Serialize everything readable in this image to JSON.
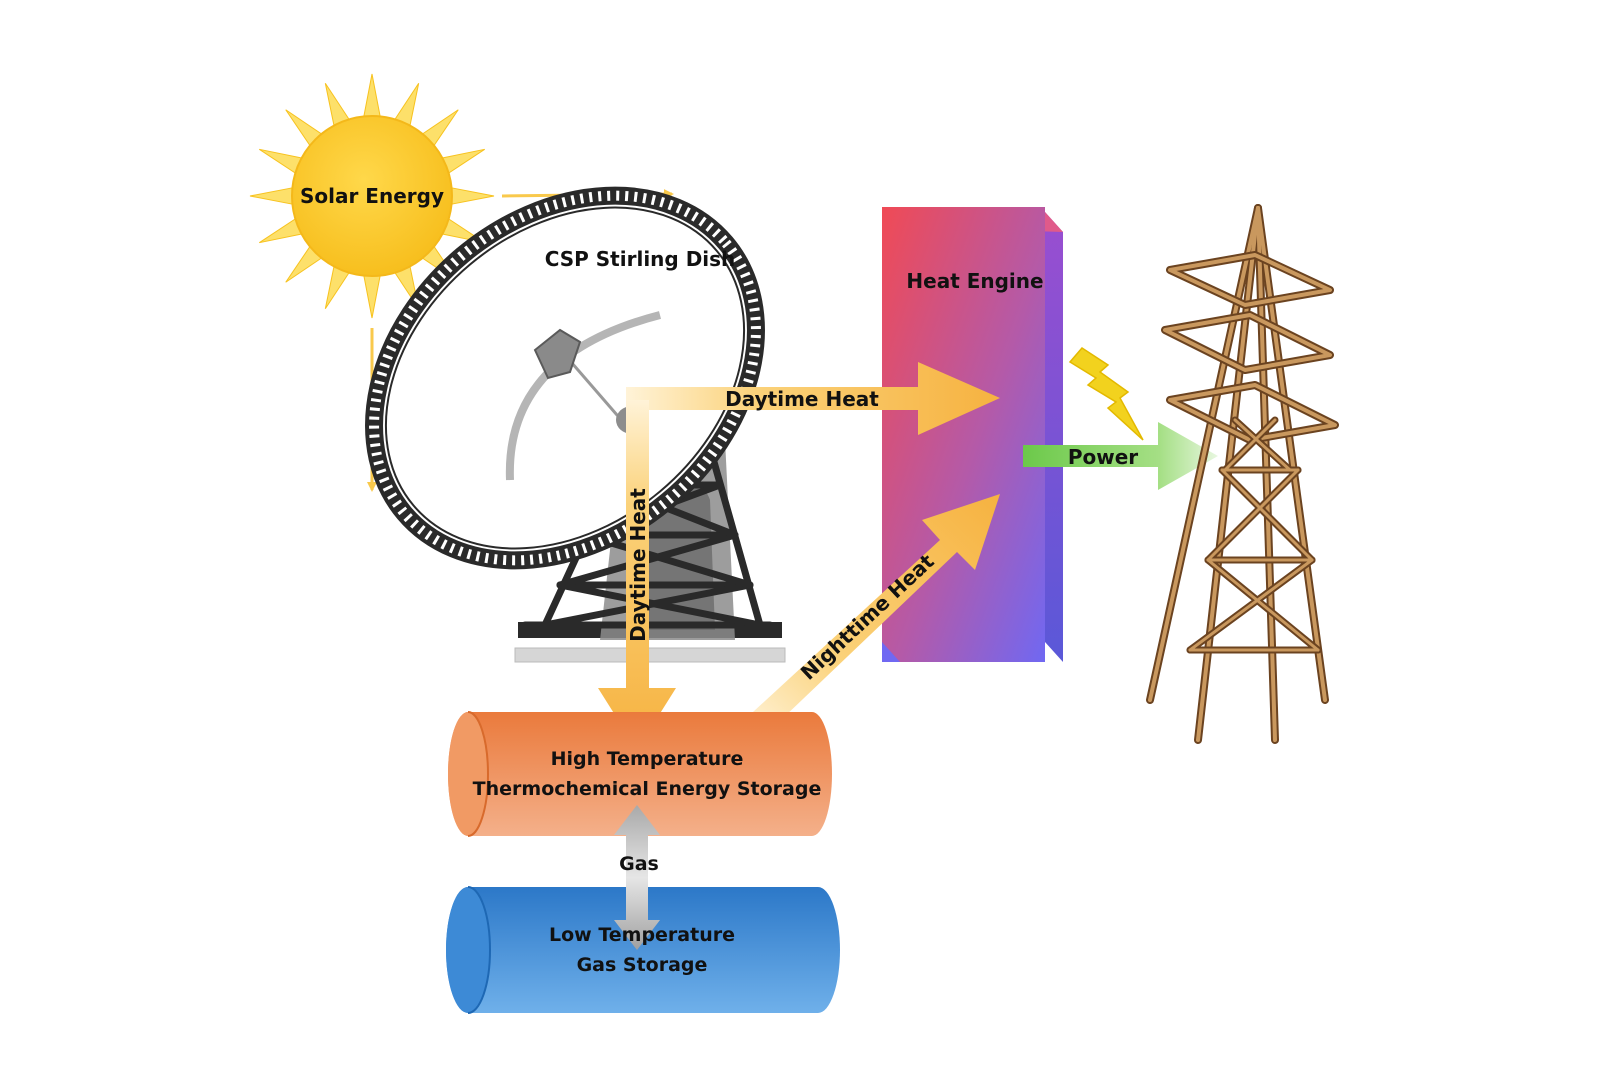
{
  "labels": {
    "solar_energy": "Solar Energy",
    "csp_dish": "CSP Stirling Dish",
    "heat_engine": "Heat Engine",
    "daytime_heat_h": "Daytime Heat",
    "daytime_heat_v": "Daytime Heat",
    "nighttime_heat": "Nighttime Heat",
    "power": "Power",
    "high_temp_line1": "High Temperature",
    "high_temp_line2": "Thermochemical Energy Storage",
    "gas": "Gas",
    "low_temp_line1": "Low Temperature",
    "low_temp_line2": "Gas Storage"
  },
  "colors": {
    "sun": "#f9c82a",
    "sun_ray": "#fde06a",
    "sunbeam": "#f9c94c",
    "heat_arrow": "#f7b94a",
    "engine_top": "#f04e5a",
    "engine_bottom": "#7a6cf0",
    "power_arrow": "#7ccf5a",
    "lightning": "#f2d21e",
    "high_temp_tank": "#ee8a52",
    "low_temp_tank": "#2e7fd0",
    "gas_arrow": "#a9a9a9",
    "tower": "#8a5a2e",
    "dish_frame": "#222222"
  }
}
